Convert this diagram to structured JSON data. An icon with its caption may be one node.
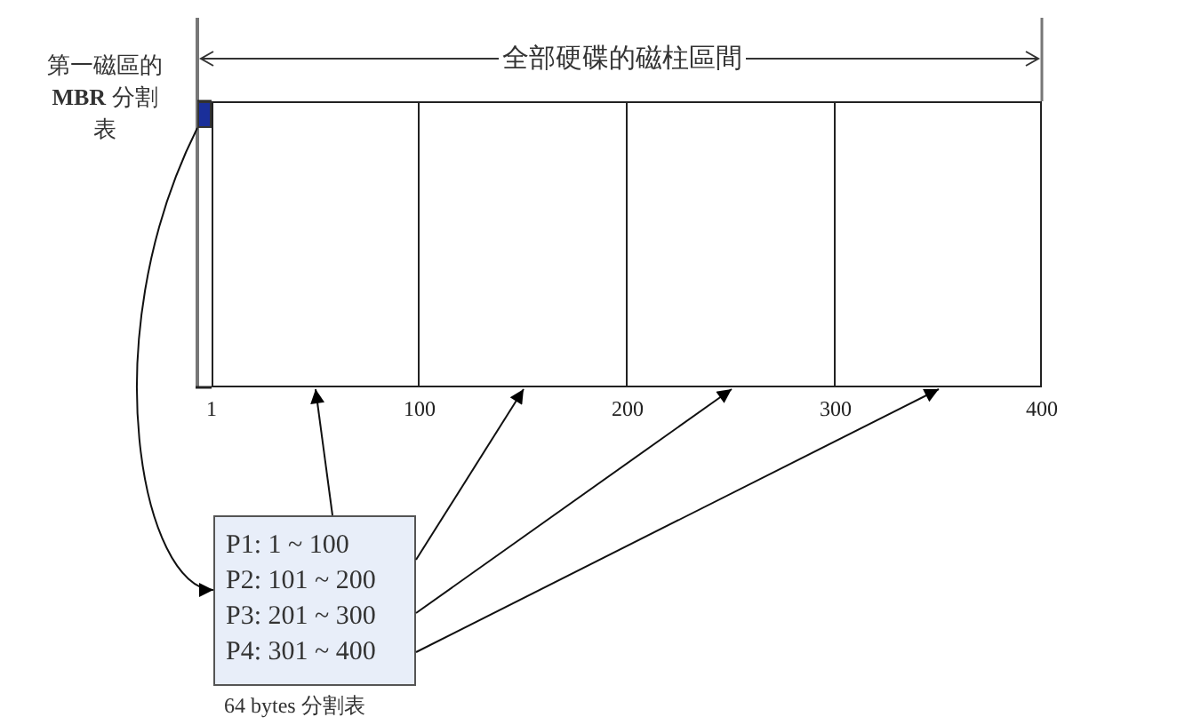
{
  "diagram": {
    "nodes": [
      {
        "text": [],
        "shape": "box",
        "beside": [
          "第一磁區的 **MBR** 分割表"
        ]
      },
      {
        "text": [],
        "shape": "box"
      },
      {
        "text": [],
        "shape": "box"
      },
      {
        "text": [],
        "shape": "box"
      },
      {
        "text": [],
        "shape": "box"
      },
      {
        "text": [
          "P1: 1 ~ 100",
          "P2: 101 ~ 200",
          "P3: 201 ~ 300",
          "P4: 301 ~ 400"
        ],
        "beside": [
          "64 bytes 分割表"
        ]
      }
    ],
    "edges": [
      {
        "from": 0,
        "to": 5,
        "arrow": "to"
      },
      {
        "from": 5,
        "to": 1,
        "arrow": "to"
      },
      {
        "from": 5,
        "to": 2,
        "arrow": "to"
      },
      {
        "from": 5,
        "to": 3,
        "arrow": "to"
      },
      {
        "from": 5,
        "to": 4,
        "arrow": "to"
      }
    ],
    "labels": [
      "全部硬碟的磁柱區間",
      "1",
      "100",
      "200",
      "300",
      "400"
    ]
  }
}
